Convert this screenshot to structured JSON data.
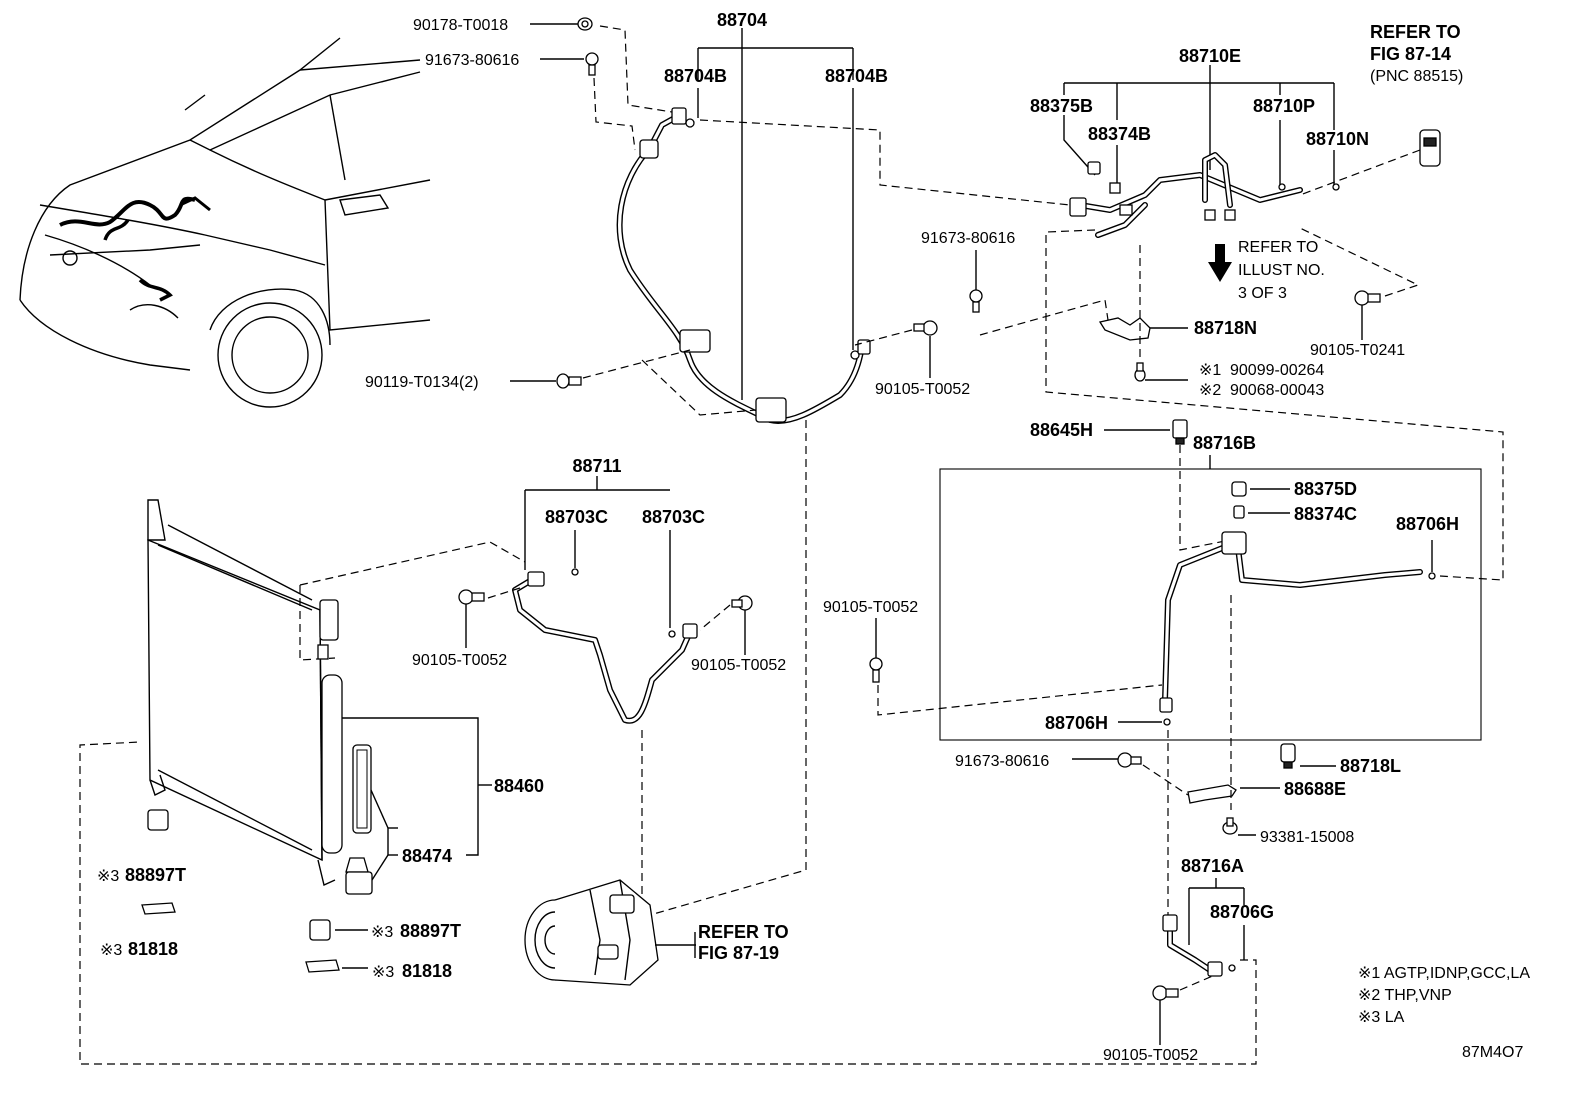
{
  "labels": {
    "p90178_T0018": "90178-T0018",
    "p91673_80616_a": "91673-80616",
    "p88704": "88704",
    "p88704B_a": "88704B",
    "p88704B_b": "88704B",
    "p90119_T0134": "90119-T0134(2)",
    "p90105_T0052_a": "90105-T0052",
    "p88710E": "88710E",
    "p88375B": "88375B",
    "p88374B": "88374B",
    "p88710P": "88710P",
    "p88710N": "88710N",
    "p91673_80616_b": "91673-80616",
    "p88718N": "88718N",
    "p90105_T0241": "90105-T0241",
    "p90099_00264": "90099-00264",
    "p90068_00043": "90068-00043",
    "p88645H": "88645H",
    "p88716B": "88716B",
    "p88375D": "88375D",
    "p88374C": "88374C",
    "p88706H_a": "88706H",
    "p88706H_b": "88706H",
    "p90105_T0052_b": "90105-T0052",
    "p88711": "88711",
    "p88703C_a": "88703C",
    "p88703C_b": "88703C",
    "p90105_T0052_c": "90105-T0052",
    "p90105_T0052_d": "90105-T0052",
    "p88460": "88460",
    "p88474": "88474",
    "p88897T_a": "88897T",
    "p81818_a": "81818",
    "p88897T_b": "88897T",
    "p81818_b": "81818",
    "p91673_80616_c": "91673-80616",
    "p88718L": "88718L",
    "p88688E": "88688E",
    "p93381_15008": "93381-15008",
    "p88716A": "88716A",
    "p88706G": "88706G",
    "p90105_T0052_e": "90105-T0052"
  },
  "refs": {
    "fig_87_14_line1": "REFER TO",
    "fig_87_14_line2": "FIG 87-14",
    "fig_87_14_line3": "(PNC 88515)",
    "illust_line1": "REFER TO",
    "illust_line2": "ILLUST NO.",
    "illust_line3": "3 OF 3",
    "fig_87_19_line1": "REFER TO",
    "fig_87_19_line2": "FIG 87-19"
  },
  "marks": {
    "m1": "※1",
    "m2": "※2",
    "m3": "※3"
  },
  "notes": {
    "n1": "※1 AGTP,IDNP,GCC,LA",
    "n2": "※2 THP,VNP",
    "n3": "※3 LA"
  },
  "diagram_code": "87M4O7"
}
